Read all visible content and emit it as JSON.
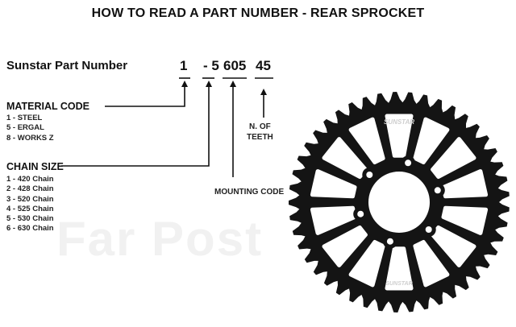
{
  "title": "HOW TO READ A PART NUMBER - REAR SPROCKET",
  "part_number": {
    "label": "Sunstar Part Number",
    "seg1": "1",
    "seg2": "- 5",
    "seg3": "605",
    "seg4": "45"
  },
  "material": {
    "title": "MATERIAL CODE",
    "items": [
      "1 - STEEL",
      "5 - ERGAL",
      "8 - WORKS Z"
    ]
  },
  "chain": {
    "title": "CHAIN SIZE",
    "items": [
      "1 - 420 Chain",
      "2 - 428 Chain",
      "3 - 520 Chain",
      "4 - 525 Chain",
      "5 - 530 Chain",
      "6 - 630 Chain"
    ]
  },
  "callouts": {
    "teeth_line1": "N. OF",
    "teeth_line2": "TEETH",
    "mounting": "MOUNTING CODE"
  },
  "sprocket": {
    "brand_mark": "SUNSTAR",
    "teeth": 45,
    "color": "#141414"
  },
  "watermark": "Far Post"
}
